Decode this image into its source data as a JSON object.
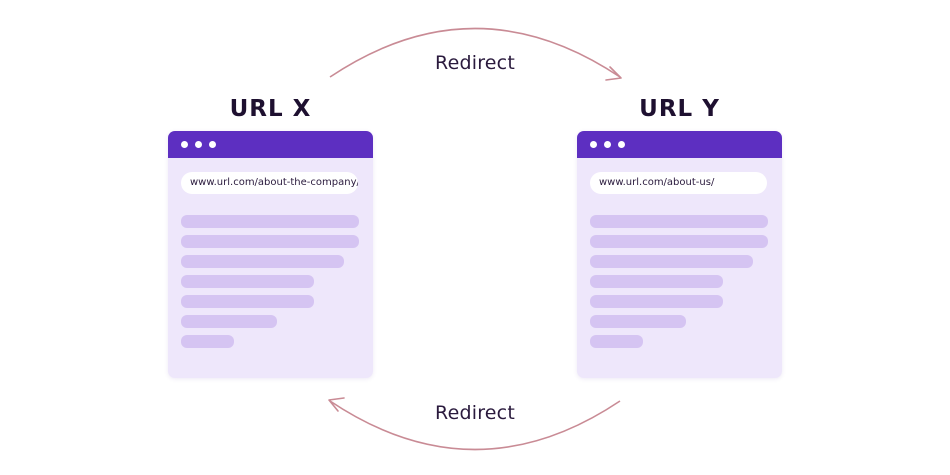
{
  "diagram": {
    "forward_redirect_label": "Redirect",
    "backward_redirect_label": "Redirect",
    "arrow_color": "#c98b95",
    "accent_color": "#5d2fc1",
    "pages": [
      {
        "title": "URL X",
        "url": "www.url.com/about-the-company/"
      },
      {
        "title": "URL Y",
        "url": "www.url.com/about-us/"
      }
    ]
  }
}
